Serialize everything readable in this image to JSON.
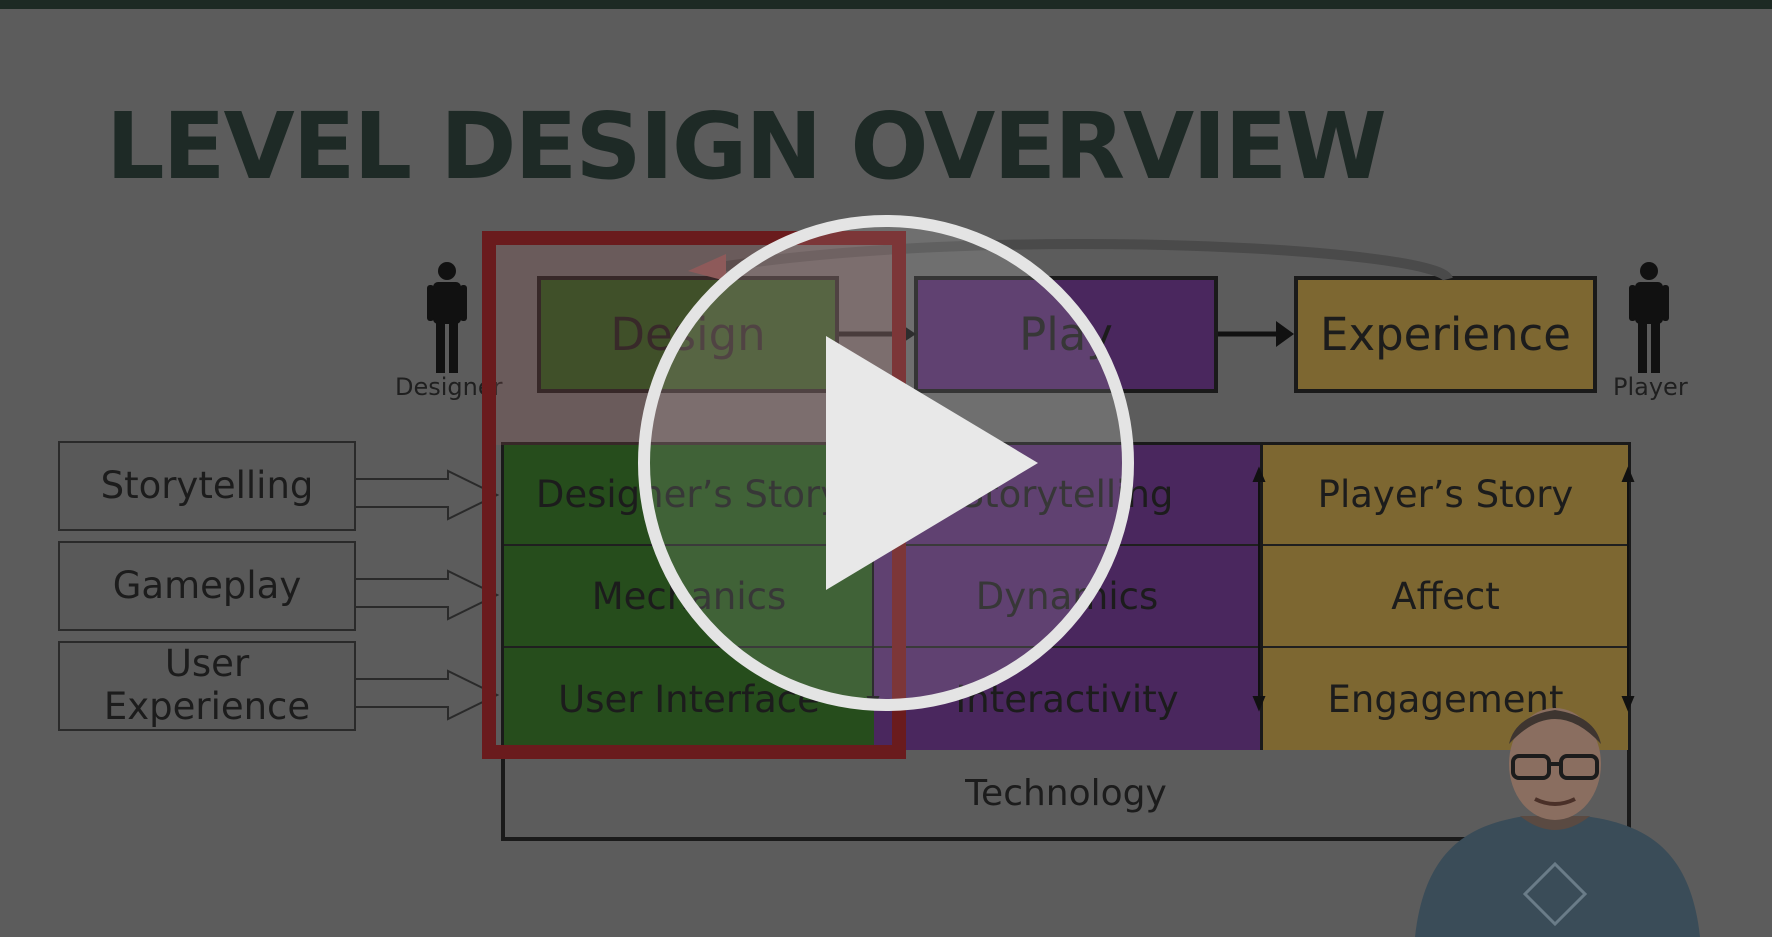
{
  "slide": {
    "title": "LEVEL DESIGN OVERVIEW",
    "designer_label": "Designer",
    "player_label": "Player",
    "headers": [
      "Design",
      "Play",
      "Experience"
    ],
    "left_inputs": [
      "Storytelling",
      "Gameplay",
      "User Experience"
    ],
    "columns": {
      "design": [
        "Designer’s Story",
        "Mechanics",
        "User Interface"
      ],
      "play": [
        "Storytelling",
        "Dynamics",
        "Interactivity"
      ],
      "experience": [
        "Player’s Story",
        "Affect",
        "Engagement"
      ]
    },
    "base": "Technology"
  },
  "colors": {
    "design": "#264d1c",
    "play": "#4a275e",
    "experience": "#7d6731",
    "highlight": "#6a1b1d"
  },
  "overlay": {
    "icon": "play-icon"
  }
}
